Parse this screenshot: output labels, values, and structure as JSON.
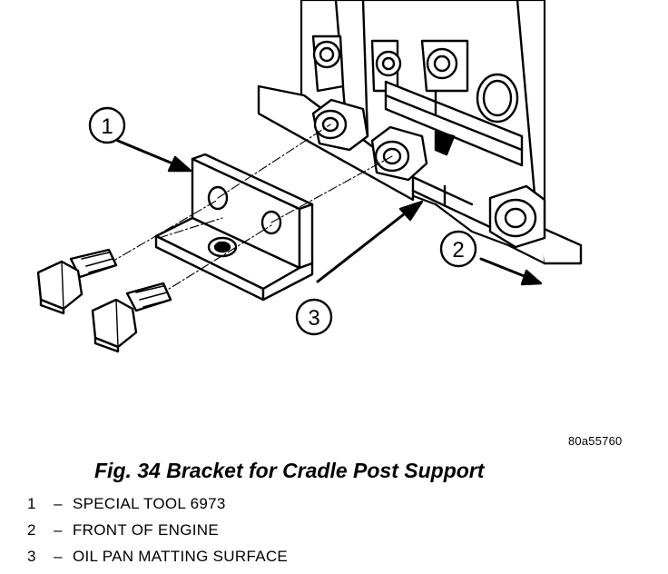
{
  "figure": {
    "reference_code": "80a55760",
    "title": "Fig. 34 Bracket for Cradle Post Support",
    "callouts": [
      "1",
      "2",
      "3"
    ]
  },
  "legend": [
    {
      "number": "1",
      "dash": "–",
      "text": "SPECIAL TOOL 6973"
    },
    {
      "number": "2",
      "dash": "–",
      "text": "FRONT OF ENGINE"
    },
    {
      "number": "3",
      "dash": "–",
      "text": "OIL PAN MATTING SURFACE"
    }
  ]
}
